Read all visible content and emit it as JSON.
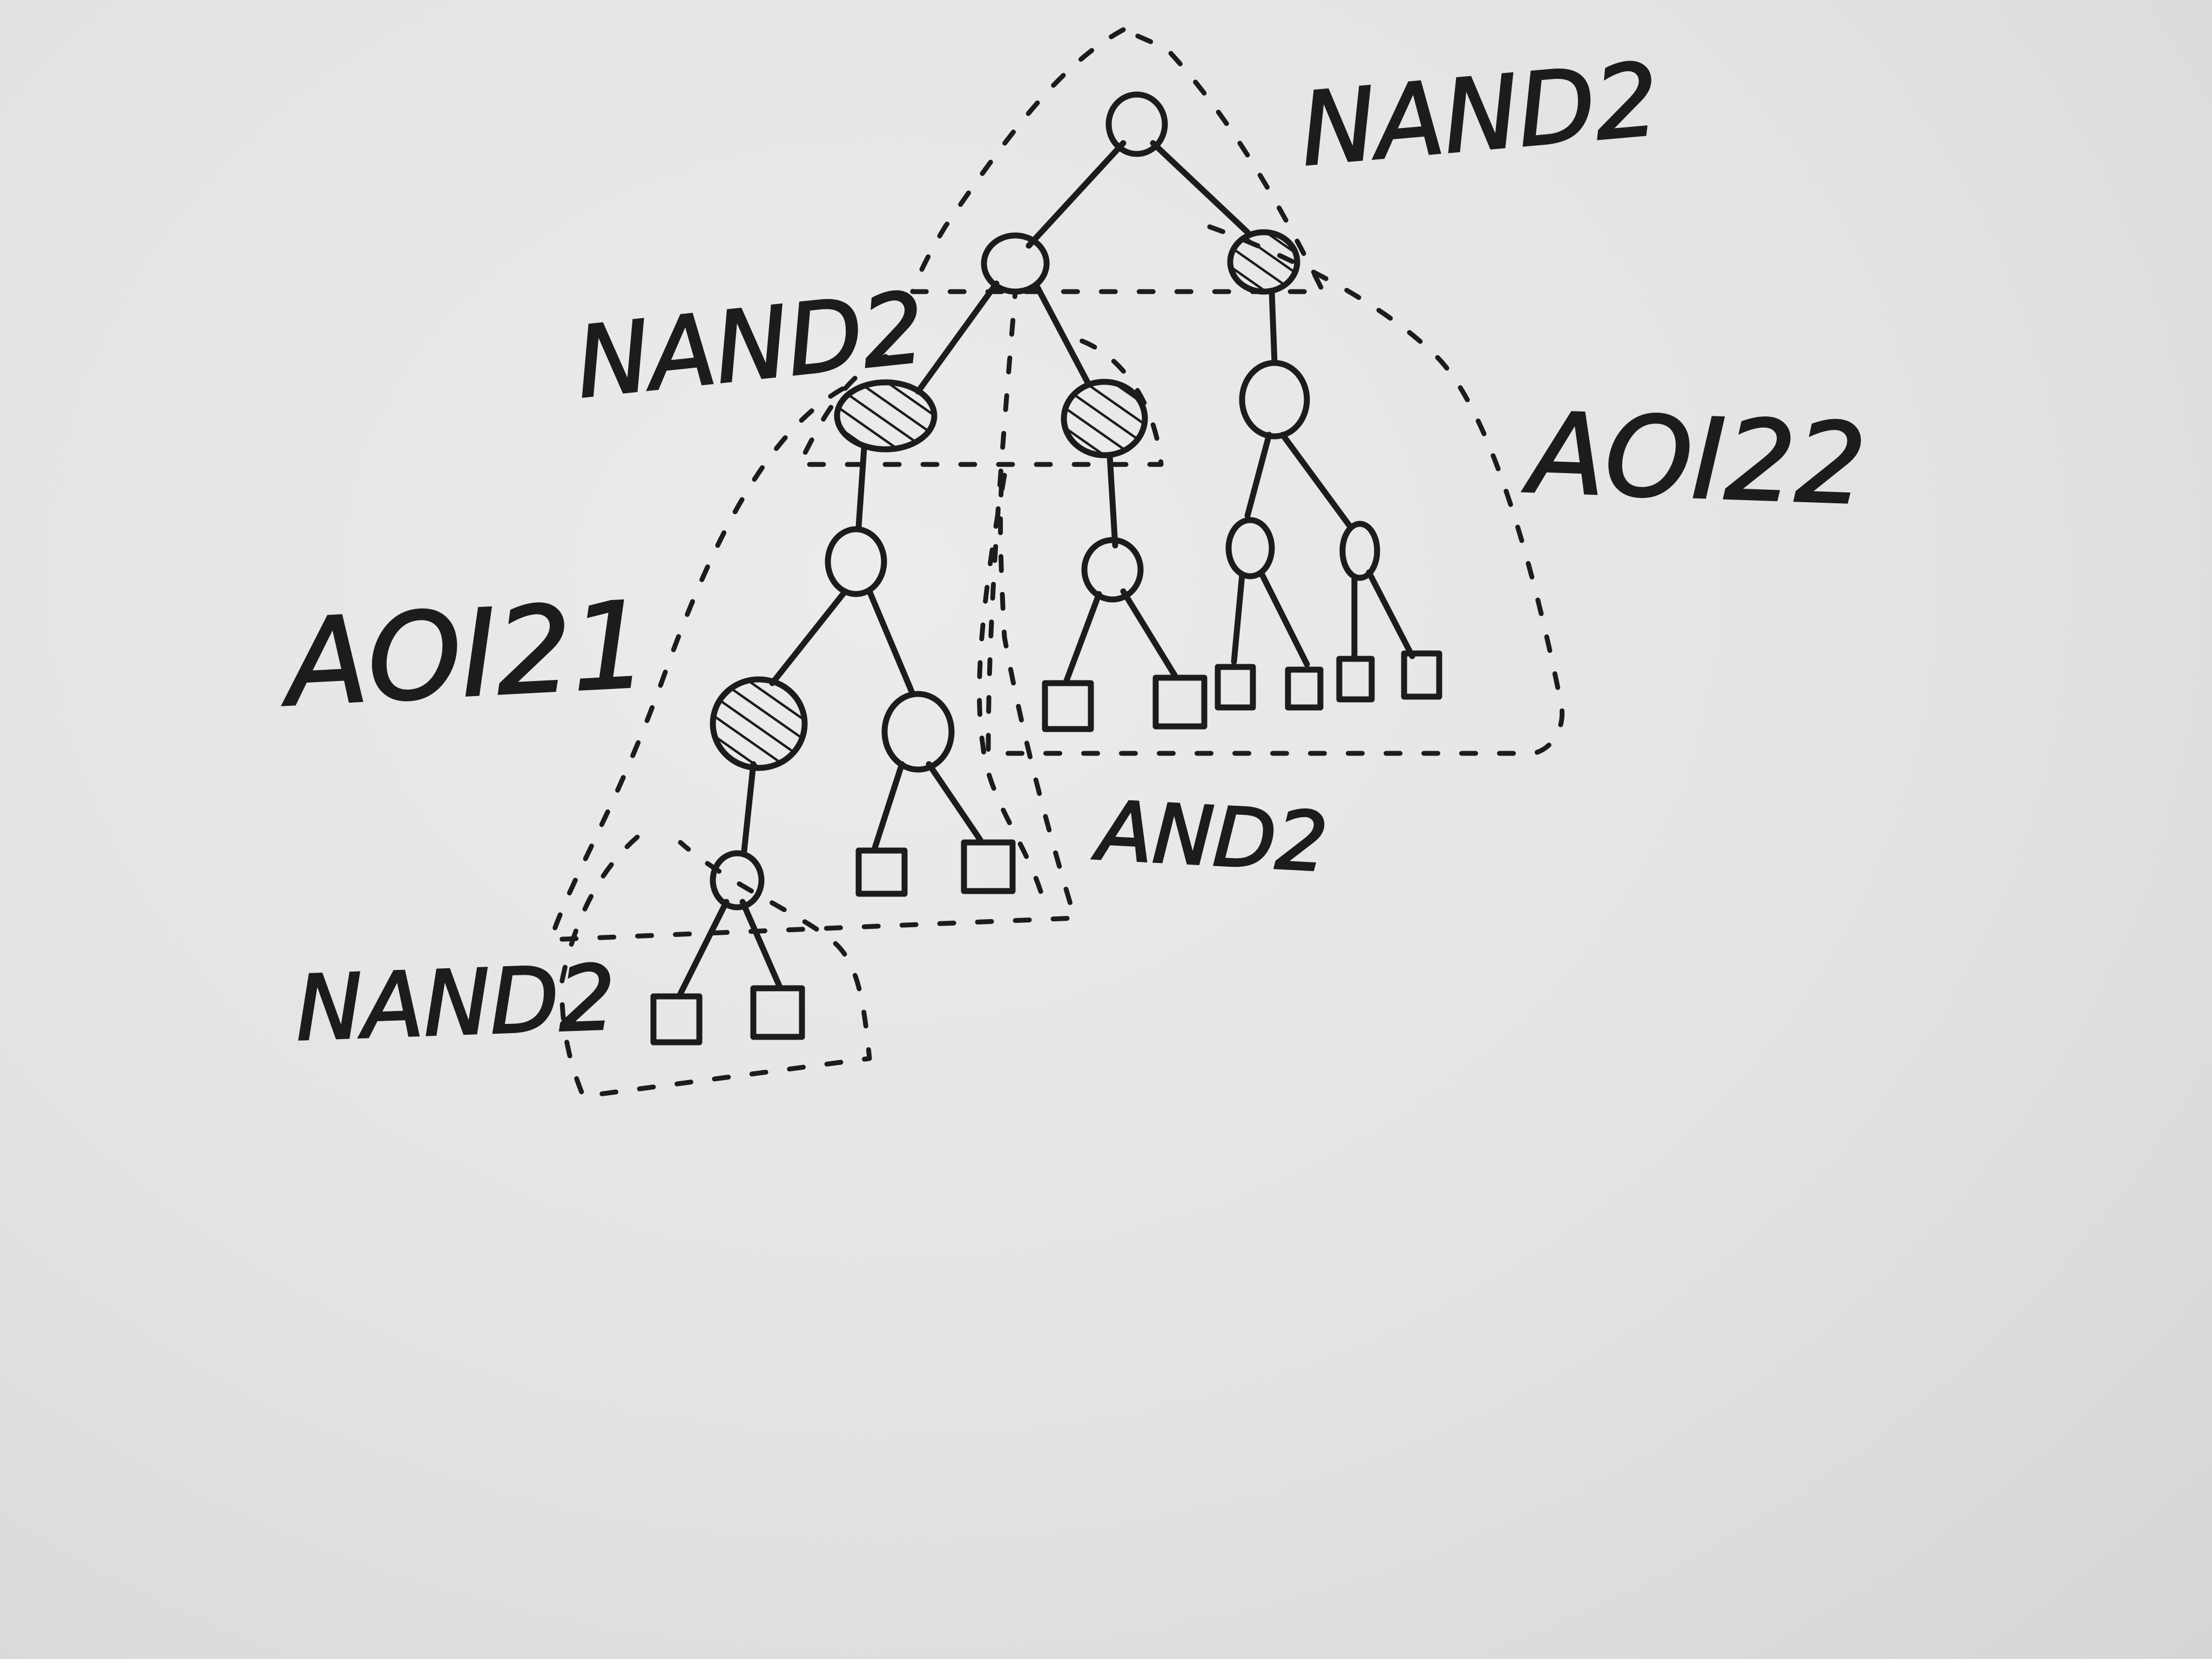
{
  "labels": {
    "nand2_top": "NAND2",
    "nand2_mid": "NAND2",
    "aoi22": "AOI22",
    "aoi21": "AOI21",
    "and2": "AND2",
    "nand2_bottom": "NAND2"
  },
  "legend_semantics": {
    "circle": "node",
    "hatched_circle": "inverted-node",
    "square": "input-leaf"
  }
}
